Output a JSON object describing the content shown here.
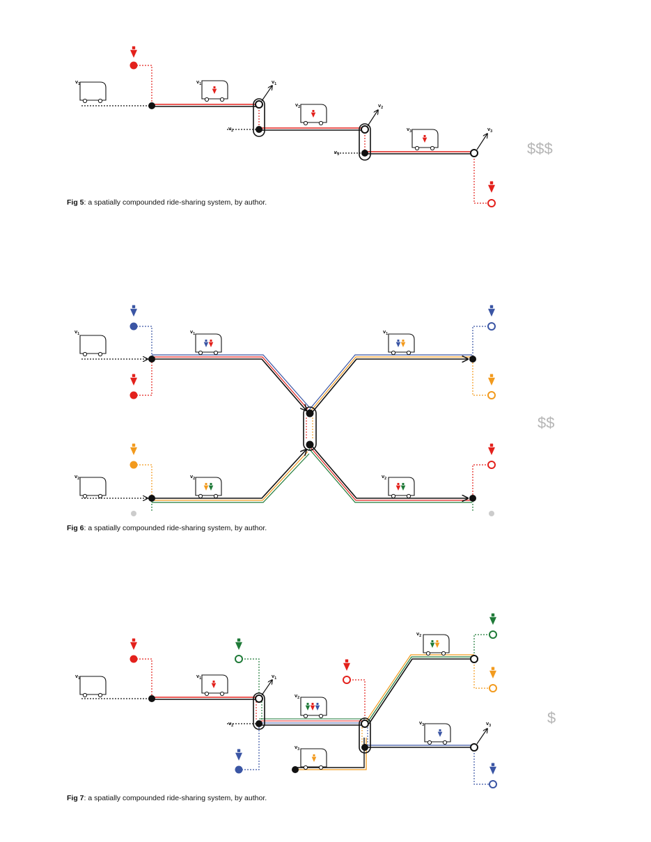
{
  "figures": [
    {
      "id": "fig5",
      "caption_prefix": "Fig 5",
      "caption_text": ": a spatially compounded ride-sharing system, by author.",
      "cost": "$$$",
      "vehicle_labels": [
        "v",
        "1",
        "v",
        "1",
        "v",
        "1",
        "v",
        "2",
        "v",
        "2",
        "v",
        "2",
        "v",
        "3",
        "v",
        "3",
        "v",
        "3"
      ]
    },
    {
      "id": "fig6",
      "caption_prefix": "Fig 6",
      "caption_text": ": a spatially compounded ride-sharing system, by author.",
      "cost": "$$",
      "vehicle_labels": [
        "v",
        "1",
        "v",
        "1",
        "v",
        "1",
        "v",
        "2",
        "v",
        "2",
        "v",
        "2"
      ]
    },
    {
      "id": "fig7",
      "caption_prefix": "Fig 7",
      "caption_text": ": a spatially compounded ride-sharing system, by author.",
      "cost": "$",
      "vehicle_labels": [
        "v",
        "1",
        "v",
        "1",
        "v",
        "1",
        "v",
        "2",
        "v",
        "2",
        "v",
        "2",
        "v",
        "3",
        "v",
        "3",
        "v",
        "3"
      ]
    }
  ],
  "colors": {
    "red": "#e3211c",
    "blue": "#3a55a4",
    "orange": "#f29a1d",
    "green": "#1f7a38",
    "black": "#111111",
    "cost_gray": "#b5b5b5"
  }
}
